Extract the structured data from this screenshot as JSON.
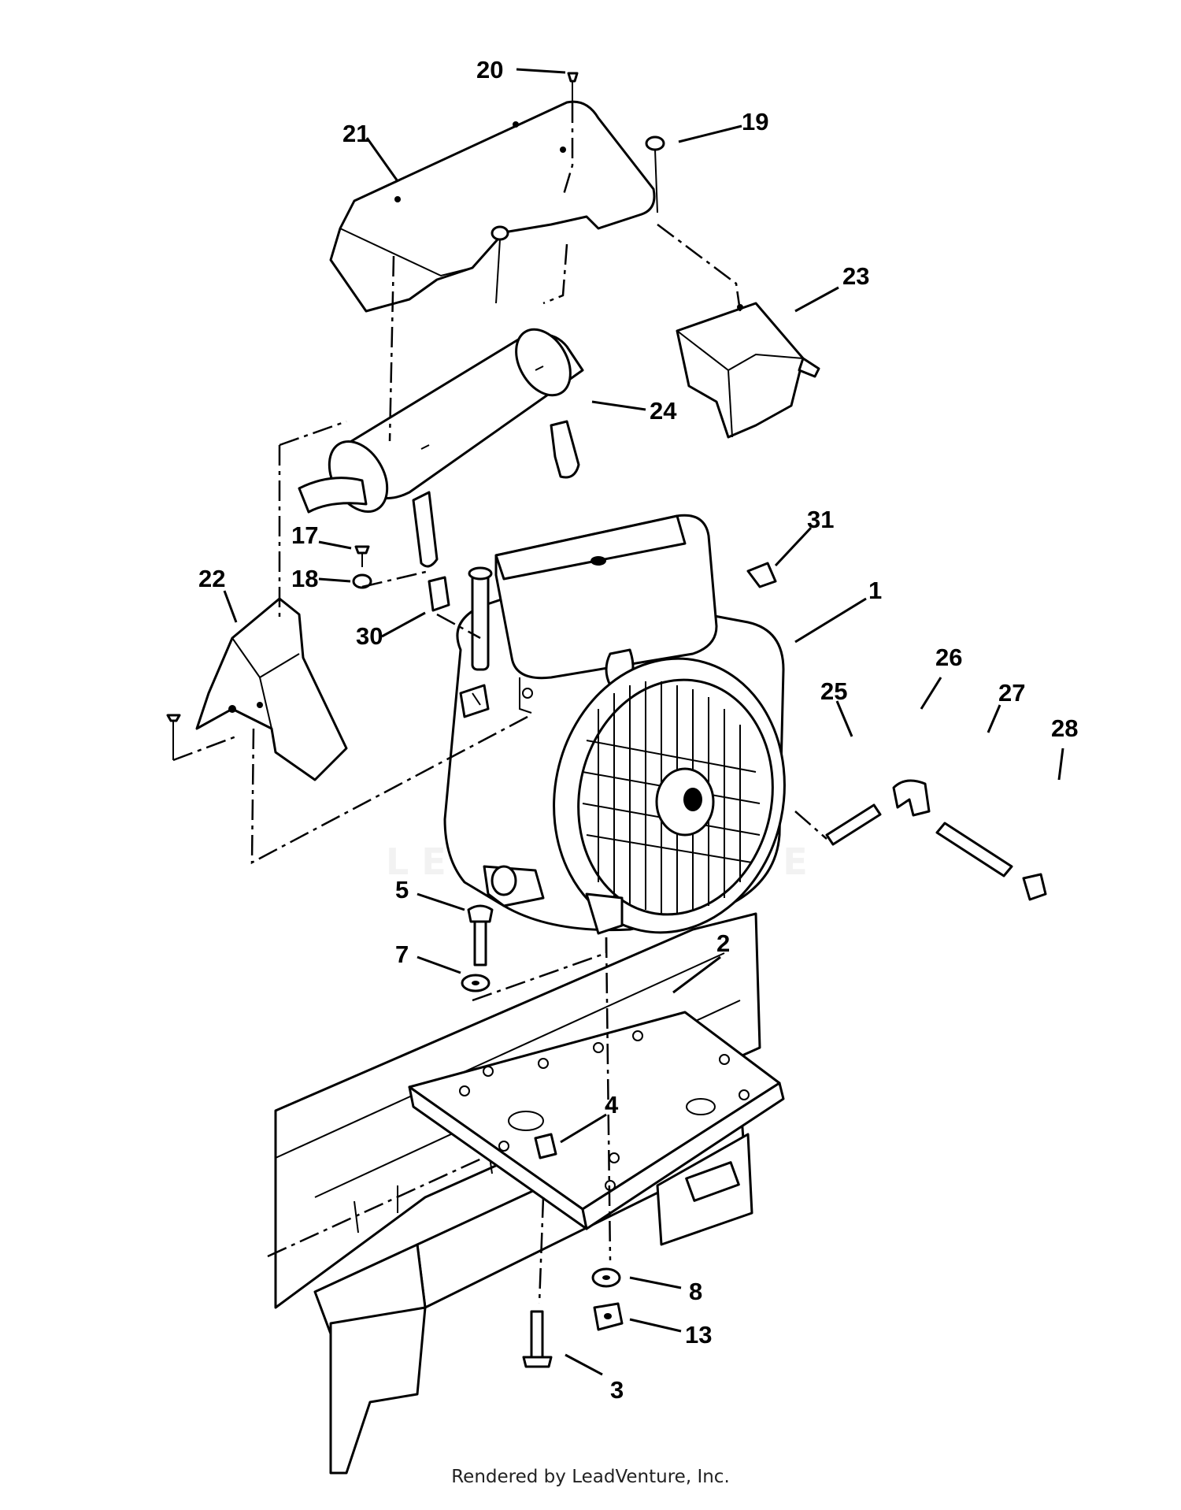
{
  "diagram": {
    "callouts": [
      "20",
      "19",
      "21",
      "23",
      "24",
      "31",
      "17",
      "18",
      "22",
      "1",
      "30",
      "26",
      "27",
      "25",
      "28",
      "5",
      "2",
      "7",
      "4",
      "8",
      "13",
      "3"
    ],
    "watermark": "LEADVENTURE"
  },
  "footer": {
    "text": "Rendered by LeadVenture, Inc."
  }
}
